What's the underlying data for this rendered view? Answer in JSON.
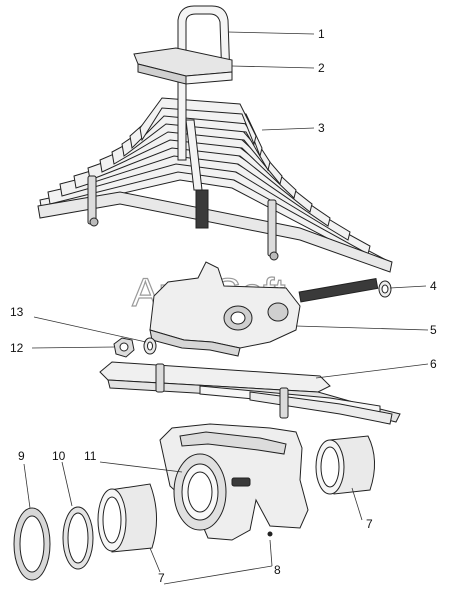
{
  "watermark": "AutoSoft",
  "callouts": [
    {
      "id": "1",
      "text": "1"
    },
    {
      "id": "2",
      "text": "2"
    },
    {
      "id": "3",
      "text": "3"
    },
    {
      "id": "4",
      "text": "4"
    },
    {
      "id": "5",
      "text": "5"
    },
    {
      "id": "6",
      "text": "6"
    },
    {
      "id": "7a",
      "text": "7"
    },
    {
      "id": "7b",
      "text": "7"
    },
    {
      "id": "8",
      "text": "8"
    },
    {
      "id": "9",
      "text": "9"
    },
    {
      "id": "10",
      "text": "10"
    },
    {
      "id": "11",
      "text": "11"
    },
    {
      "id": "12",
      "text": "12"
    },
    {
      "id": "13",
      "text": "13"
    }
  ],
  "colors": {
    "line": "#222222",
    "fill_light": "#f2f2f2",
    "fill_mid": "#cfcfcf",
    "fill_dark": "#3a3a3a",
    "watermark": "#9a9a9a"
  }
}
